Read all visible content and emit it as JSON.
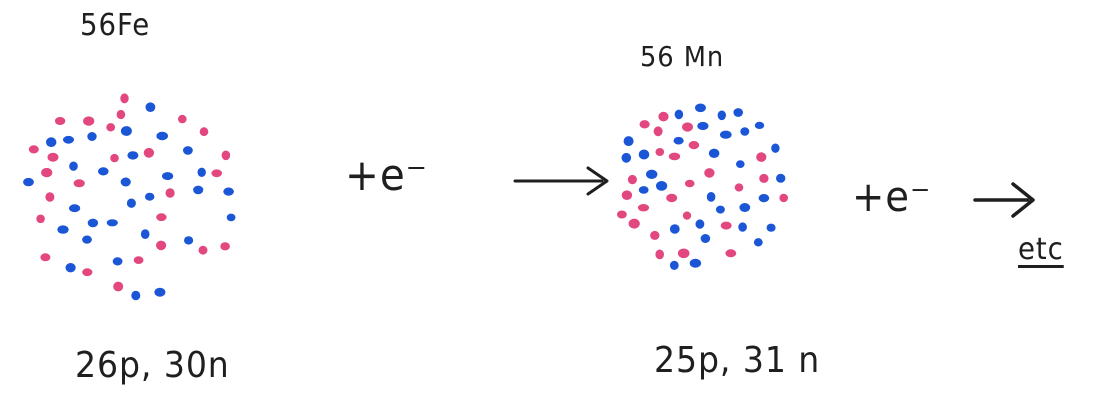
{
  "colors": {
    "proton": "#e2487f",
    "neutron": "#1a56d6",
    "ink": "#1f1f1f"
  },
  "nuclei": {
    "iron": {
      "label": "56Fe",
      "composition": "26p, 30n"
    },
    "manganese": {
      "label": "56 Mn",
      "composition": "25p, 31 n"
    }
  },
  "reaction": {
    "electron_term_1": "+e⁻",
    "electron_term_2": "+e⁻",
    "continuation": "etc"
  }
}
